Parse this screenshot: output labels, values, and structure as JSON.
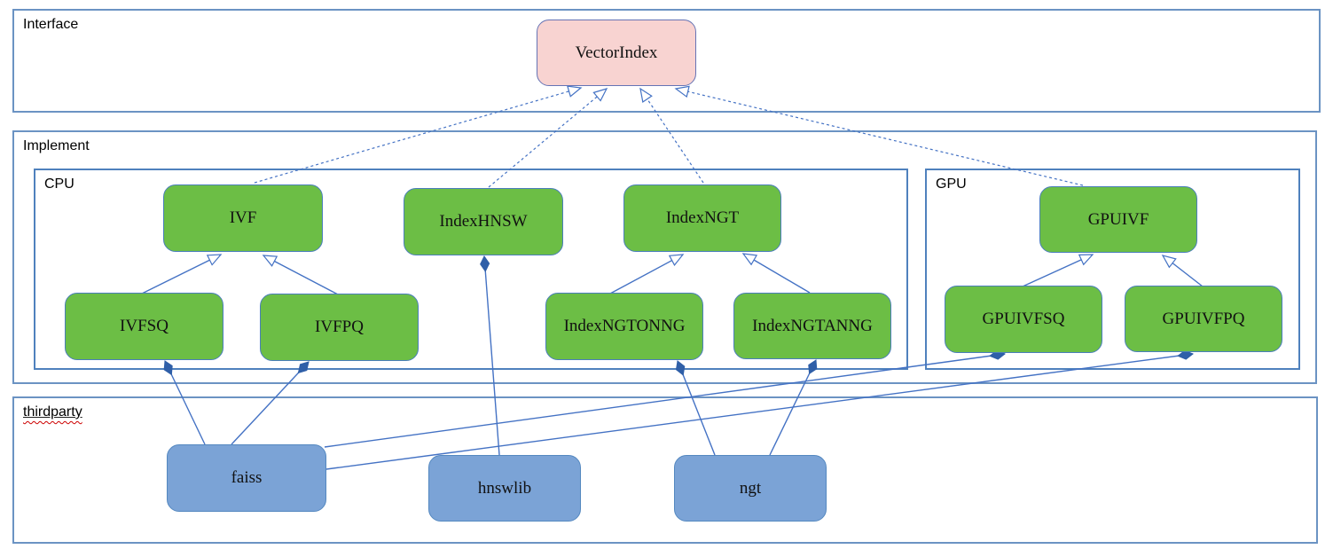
{
  "containers": {
    "interface": {
      "label": "Interface"
    },
    "implement": {
      "label": "Implement"
    },
    "cpu": {
      "label": "CPU"
    },
    "gpu": {
      "label": "GPU"
    },
    "thirdparty": {
      "label": "thirdparty"
    }
  },
  "nodes": {
    "vectorindex": {
      "label": "VectorIndex",
      "kind": "interface"
    },
    "ivf": {
      "label": "IVF",
      "kind": "class"
    },
    "indexhnsw": {
      "label": "IndexHNSW",
      "kind": "class"
    },
    "indexngt": {
      "label": "IndexNGT",
      "kind": "class"
    },
    "gpuivf": {
      "label": "GPUIVF",
      "kind": "class"
    },
    "ivfsq": {
      "label": "IVFSQ",
      "kind": "class"
    },
    "ivfpq": {
      "label": "IVFPQ",
      "kind": "class"
    },
    "indexngtonng": {
      "label": "IndexNGTONNG",
      "kind": "class"
    },
    "indexngtanng": {
      "label": "IndexNGTANNG",
      "kind": "class"
    },
    "gpuivfsq": {
      "label": "GPUIVFSQ",
      "kind": "class"
    },
    "gpuivfpq": {
      "label": "GPUIVFPQ",
      "kind": "class"
    },
    "faiss": {
      "label": "faiss",
      "kind": "thirdparty-lib"
    },
    "hnswlib": {
      "label": "hnswlib",
      "kind": "thirdparty-lib"
    },
    "ngt": {
      "label": "ngt",
      "kind": "thirdparty-lib"
    }
  },
  "edges": [
    {
      "from": "ivf",
      "to": "vectorindex",
      "type": "realization"
    },
    {
      "from": "indexhnsw",
      "to": "vectorindex",
      "type": "realization"
    },
    {
      "from": "indexngt",
      "to": "vectorindex",
      "type": "realization"
    },
    {
      "from": "gpuivf",
      "to": "vectorindex",
      "type": "realization"
    },
    {
      "from": "ivfsq",
      "to": "ivf",
      "type": "inheritance"
    },
    {
      "from": "ivfpq",
      "to": "ivf",
      "type": "inheritance"
    },
    {
      "from": "indexngtonng",
      "to": "indexngt",
      "type": "inheritance"
    },
    {
      "from": "indexngtanng",
      "to": "indexngt",
      "type": "inheritance"
    },
    {
      "from": "gpuivfsq",
      "to": "gpuivf",
      "type": "inheritance"
    },
    {
      "from": "gpuivfpq",
      "to": "gpuivf",
      "type": "inheritance"
    },
    {
      "from": "faiss",
      "to": "ivfsq",
      "type": "composition"
    },
    {
      "from": "faiss",
      "to": "ivfpq",
      "type": "composition"
    },
    {
      "from": "faiss",
      "to": "gpuivfsq",
      "type": "composition"
    },
    {
      "from": "faiss",
      "to": "gpuivfpq",
      "type": "composition"
    },
    {
      "from": "hnswlib",
      "to": "indexhnsw",
      "type": "composition"
    },
    {
      "from": "ngt",
      "to": "indexngtonng",
      "type": "composition"
    },
    {
      "from": "ngt",
      "to": "indexngtanng",
      "type": "composition"
    }
  ],
  "colors": {
    "interface_fill": "#f8d3d1",
    "interface_stroke": "#6674b5",
    "class_fill": "#6cbe45",
    "class_stroke": "#4a7ebb",
    "lib_fill": "#7ba3d6",
    "lib_stroke": "#5488c0",
    "connector": "#4472c4",
    "diamond_fill": "#2f5fa8",
    "outer_container_stroke": "#6b93c3",
    "inner_container_stroke": "#4f81bd",
    "squiggle": "#cc0000"
  }
}
